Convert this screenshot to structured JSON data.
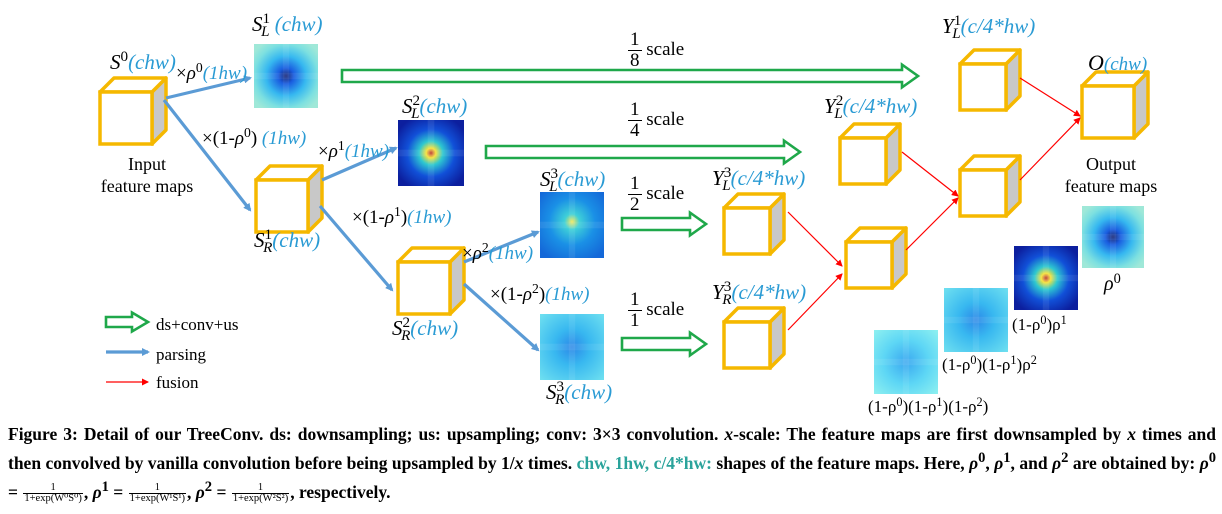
{
  "figure": {
    "labels": {
      "s0": "S",
      "s0_sup": "0",
      "shape_chw": "(chw)",
      "shape_1hw": "(1hw)",
      "shape_c4hw": "(c/4*hw)",
      "sl1": "S",
      "sl1_sup": "1",
      "sl1_sub": "L",
      "sl2": "S",
      "sl2_sup": "2",
      "sl2_sub": "L",
      "sl3": "S",
      "sl3_sup": "3",
      "sl3_sub": "L",
      "sr1": "S",
      "sr1_sup": "1",
      "sr1_sub": "R",
      "sr2": "S",
      "sr2_sup": "2",
      "sr2_sub": "R",
      "sr3": "S",
      "sr3_sup": "3",
      "sr3_sub": "R",
      "yl1": "Y",
      "yl1_sup": "1",
      "yl1_sub": "L",
      "yl2": "Y",
      "yl2_sup": "2",
      "yl2_sub": "L",
      "yl3": "Y",
      "yl3_sup": "3",
      "yl3_sub": "L",
      "yr3": "Y",
      "yr3_sup": "3",
      "yr3_sub": "R",
      "o": "O",
      "rho": "ρ",
      "times": "×",
      "one_minus": "(1-",
      "close": ")",
      "rho0_sup": "0",
      "rho1_sup": "1",
      "rho2_sup": "2",
      "input_line1": "Input",
      "input_line2": "feature maps",
      "output_line1": "Output",
      "output_line2": "feature maps",
      "scale_word": "scale",
      "frac_1_8_num": "1",
      "frac_1_8_den": "8",
      "frac_1_4_num": "1",
      "frac_1_4_den": "4",
      "frac_1_2_num": "1",
      "frac_1_2_den": "2",
      "frac_1_1_num": "1",
      "frac_1_1_den": "1",
      "prod_rho0": "ρ",
      "prod_a": "(1-ρ",
      "prod_a2": ")ρ",
      "prod_b1": "(1-ρ",
      "prod_b2": ")(1-ρ",
      "prod_b3": ")ρ",
      "prod_c1": "(1-ρ",
      "prod_c2": ")(1-ρ",
      "prod_c3": ")(1-ρ",
      "prod_c4": ")"
    },
    "legend": {
      "ds_conv_us": "ds+conv+us",
      "parsing": "parsing",
      "fusion": "fusion"
    },
    "colors": {
      "cube_outline": "#f5b800",
      "cube_side": "#c8c8c8",
      "green_arrow": "#1fa84a",
      "blue_arrow": "#5b9bd5",
      "red_arrow": "#ff0000",
      "label_blue": "#2a9bd4",
      "caption_teal": "#2aa39b"
    }
  },
  "caption": {
    "part1": "Figure 3: Detail of our TreeConv. ds: downsampling; us: upsampling; conv: 3×3 convolution. ",
    "x": "x",
    "part2": "-scale: The feature maps are first downsampled by ",
    "x2": "x",
    "part3": " times and then convolved by vanilla convolution before being upsampled by 1/",
    "x3": "x",
    "part4": " times. ",
    "teal": "chw, 1hw, c/4*hw:",
    "part5": " shapes of the feature maps. Here, ",
    "rho": "ρ",
    "s0": "0",
    "s1": "1",
    "s2": "2",
    "comma": ", ",
    "and": ", and ",
    "part6": " are obtained by: ",
    "eq": " = ",
    "one": "1",
    "den0": "1+exp(W⁰S⁰)",
    "den1": "1+exp(W¹S¹)",
    "den2": "1+exp(W²S²)",
    "end": ", respectively."
  }
}
